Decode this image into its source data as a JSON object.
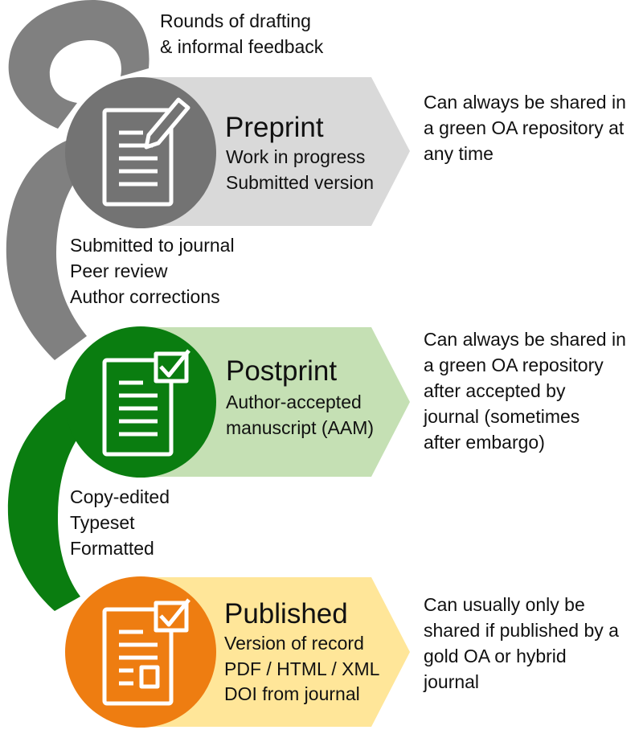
{
  "colors": {
    "preprint_circle": "#737373",
    "preprint_band": "#d9d9d9",
    "postprint_circle": "#0a7d10",
    "postprint_band": "#c5e0b4",
    "published_circle": "#ee7d11",
    "published_band": "#ffe699",
    "loop_gray": "#808080",
    "loop_green": "#0a7d10"
  },
  "steps": [
    {
      "icon": "document-pencil-icon",
      "title": "Preprint",
      "lines": [
        "Work in progress",
        "Submitted version"
      ],
      "note": [
        "Can always be shared in",
        "a green OA repository at",
        "any time"
      ]
    },
    {
      "icon": "document-check-icon",
      "title": "Postprint",
      "lines": [
        "Author-accepted",
        "manuscript (AAM)"
      ],
      "note": [
        "Can always be shared in",
        "a green OA repository",
        "after accepted by",
        "journal (sometimes",
        "after embargo)"
      ]
    },
    {
      "icon": "document-layout-check-icon",
      "title": "Published",
      "lines": [
        "Version of record",
        "PDF / HTML / XML",
        "DOI from journal"
      ],
      "note": [
        "Can usually only be",
        "shared if published by a",
        "gold OA or hybrid",
        "journal"
      ]
    }
  ],
  "transitions": [
    [
      "Rounds of drafting",
      "& informal feedback"
    ],
    [
      "Submitted to journal",
      "Peer review",
      "Author corrections"
    ],
    [
      "Copy-edited",
      "Typeset",
      "Formatted"
    ]
  ]
}
